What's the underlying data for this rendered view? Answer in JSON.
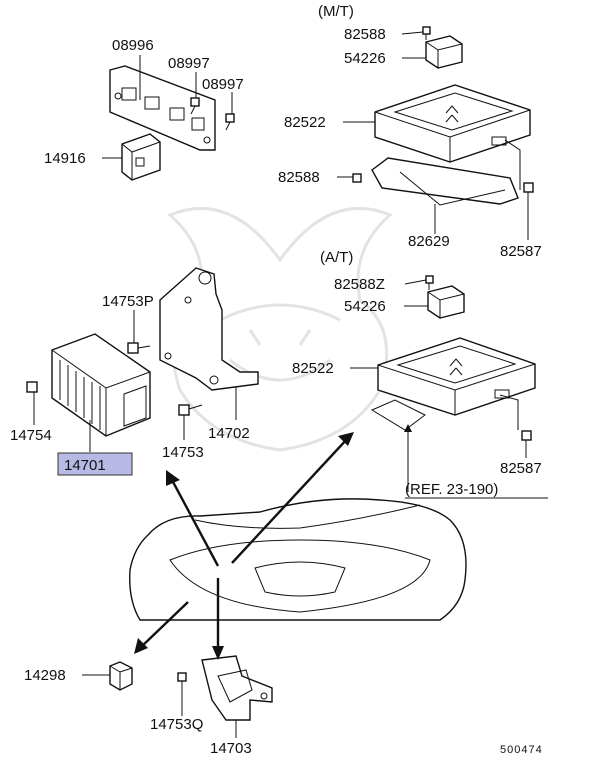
{
  "section_mt": "(M/T)",
  "section_at": "(A/T)",
  "ref_note": "(REF. 23-190)",
  "diagram_id": "500474",
  "highlight_color": "#b9b9e6",
  "parts": {
    "p08996": "08996",
    "p08997a": "08997",
    "p08997b": "08997",
    "p14916": "14916",
    "p82588_mt": "82588",
    "p54226_mt": "54226",
    "p82522_mt": "82522",
    "p82588_mt2": "82588",
    "p82629": "82629",
    "p82587_mt": "82587",
    "p82588z": "82588Z",
    "p54226_at": "54226",
    "p82522_at": "82522",
    "p82587_at": "82587",
    "p14753p": "14753P",
    "p14754": "14754",
    "p14701": "14701",
    "p14753": "14753",
    "p14702": "14702",
    "p14298": "14298",
    "p14753q": "14753Q",
    "p14703": "14703"
  }
}
